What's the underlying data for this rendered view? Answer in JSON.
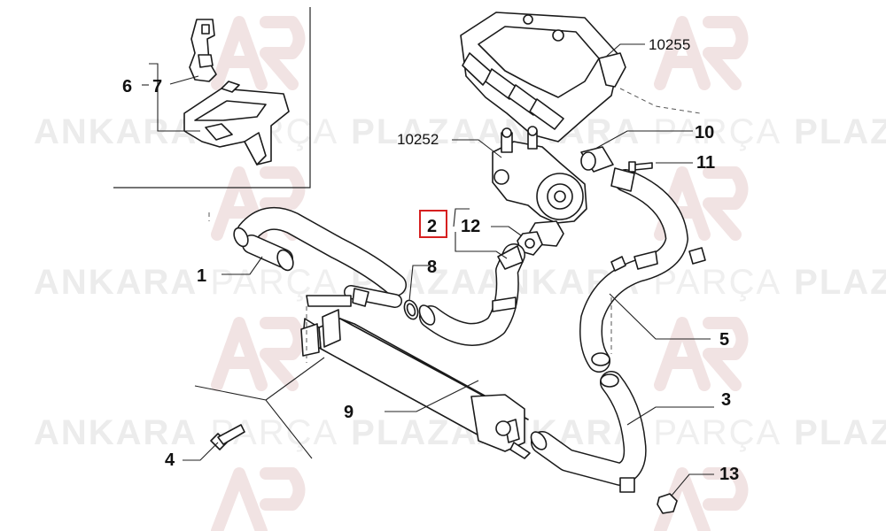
{
  "watermark": {
    "text_bold_left": "ANKARA",
    "text_thin": "PARÇA",
    "text_bold_right": "PLAZA"
  },
  "callouts": {
    "c1": "1",
    "c2": "2",
    "c3": "3",
    "c4": "4",
    "c5": "5",
    "c6": "6",
    "c7": "7",
    "c8": "8",
    "c9": "9",
    "c10": "10",
    "c11": "11",
    "c12": "12",
    "c13": "13",
    "c10252": "10252",
    "c10255": "10255"
  },
  "highlight": {
    "callout": "2",
    "color": "#d62020"
  },
  "colors": {
    "line": "#1a1a1a",
    "watermark": "#ececec",
    "watermark_logo": "#f1e3e3"
  }
}
